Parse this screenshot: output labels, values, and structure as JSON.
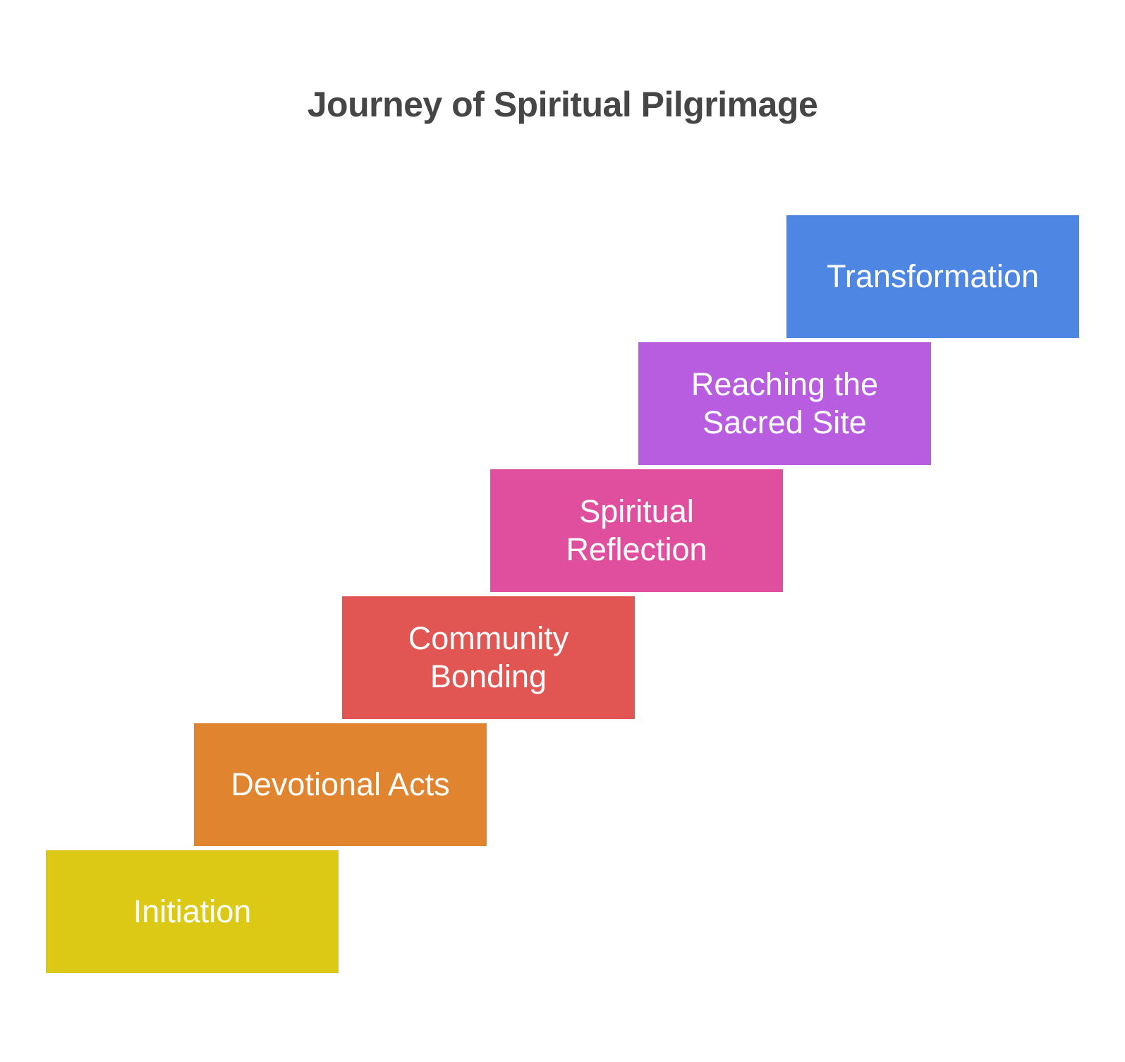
{
  "title": {
    "text": "Journey of Spiritual Pilgrimage",
    "color": "#464646"
  },
  "diagram": {
    "type": "staircase",
    "direction": "bottom-left to top-right",
    "label_color": "#ffffff",
    "steps": [
      {
        "order": 1,
        "label": "Initiation",
        "color": "#dbc916"
      },
      {
        "order": 2,
        "label": "Devotional Acts",
        "color": "#e0842f"
      },
      {
        "order": 3,
        "label": "Community\nBonding",
        "color": "#e15552"
      },
      {
        "order": 4,
        "label": "Spiritual\nReflection",
        "color": "#df4f9d"
      },
      {
        "order": 5,
        "label": "Reaching the\nSacred Site",
        "color": "#b85ce0"
      },
      {
        "order": 6,
        "label": "Transformation",
        "color": "#4e86e3"
      }
    ]
  }
}
